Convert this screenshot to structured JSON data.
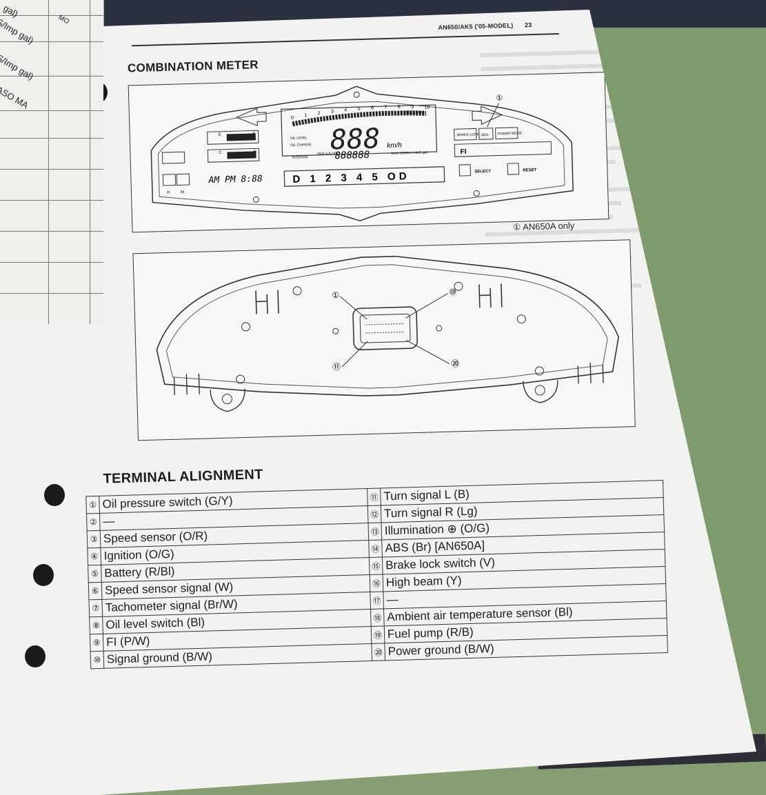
{
  "left_page": {
    "fragments": [
      "gal)",
      "S/Imp gal)",
      "S/Imp gal)",
      "ASO MA",
      "MO"
    ]
  },
  "header": {
    "model": "AN650/AK5 ('05-MODEL)",
    "page_number": "23"
  },
  "combination_meter": {
    "title": "COMBINATION METER",
    "tach_label": "X1000r/min",
    "tach_ticks": [
      "0",
      "1",
      "2",
      "3",
      "4",
      "5",
      "6",
      "7",
      "8",
      "9",
      "10"
    ],
    "speed_digits": "888",
    "speed_unit": "km/h",
    "oil_labels": [
      "OIL LEVEL",
      "OIL CHANGE"
    ],
    "odo_labels": [
      "INTERVAL",
      "TRIP A B ODO",
      "888888",
      "km/L l/100km mile/L gal"
    ],
    "clock": "AM PM 8:88",
    "clock_buttons": [
      "H",
      "M"
    ],
    "gear_display": "D 1 2 3 4 5 OD",
    "indicator_labels": [
      "BRAKE LOCK",
      "ABS",
      "POWER MODE",
      "FI"
    ],
    "buttons": [
      "SELECT",
      "RESET"
    ],
    "fuel_labels": [
      "E",
      "F"
    ],
    "temp_labels": [
      "C",
      "H"
    ],
    "callout_number": "①",
    "note": "① AN650A only"
  },
  "connector_figure": {
    "callouts": [
      "①",
      "⑩",
      "⑪",
      "⑳"
    ]
  },
  "terminal_alignment": {
    "title": "TERMINAL ALIGNMENT",
    "left": [
      {
        "num": "①",
        "label": "Oil pressure switch (G/Y)"
      },
      {
        "num": "②",
        "label": "—"
      },
      {
        "num": "③",
        "label": "Speed sensor (O/R)"
      },
      {
        "num": "④",
        "label": "Ignition (O/G)"
      },
      {
        "num": "⑤",
        "label": "Battery (R/Bl)"
      },
      {
        "num": "⑥",
        "label": "Speed sensor signal (W)"
      },
      {
        "num": "⑦",
        "label": "Tachometer signal (Br/W)"
      },
      {
        "num": "⑧",
        "label": "Oil level switch (Bl)"
      },
      {
        "num": "⑨",
        "label": "FI (P/W)"
      },
      {
        "num": "⑩",
        "label": "Signal ground (B/W)"
      }
    ],
    "right": [
      {
        "num": "⑪",
        "label": "Turn signal L (B)"
      },
      {
        "num": "⑫",
        "label": "Turn signal R (Lg)"
      },
      {
        "num": "⑬",
        "label": "Illumination ⊕ (O/G)"
      },
      {
        "num": "⑭",
        "label": "ABS (Br) [AN650A]"
      },
      {
        "num": "⑮",
        "label": "Brake lock switch (V)"
      },
      {
        "num": "⑯",
        "label": "High beam (Y)"
      },
      {
        "num": "⑰",
        "label": "—"
      },
      {
        "num": "⑱",
        "label": "Ambient air temperature sensor (Bl)"
      },
      {
        "num": "⑲",
        "label": "Fuel pump (R/B)"
      },
      {
        "num": "⑳",
        "label": "Power ground (B/W)"
      }
    ]
  }
}
